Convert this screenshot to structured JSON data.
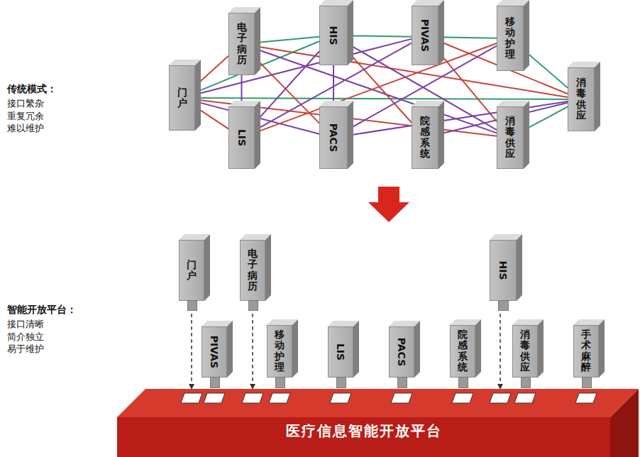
{
  "diagram": {
    "nodes": [
      {
        "text": [
          "门户"
        ]
      },
      {
        "text": [
          "电子病历"
        ]
      },
      {
        "text": [
          "HIS"
        ]
      },
      {
        "text": [
          "PIVAS"
        ]
      },
      {
        "text": [
          "移动护理"
        ]
      },
      {
        "text": [
          "LIS"
        ]
      },
      {
        "text": [
          "PACS"
        ]
      },
      {
        "text": [
          "院感系统"
        ]
      },
      {
        "text": [
          "消毒供应"
        ]
      },
      {
        "text": [
          "消毒供应"
        ]
      },
      {
        "text": [
          "门户"
        ]
      },
      {
        "text": [
          "电子病历"
        ]
      },
      {
        "text": [
          "HIS"
        ]
      },
      {
        "text": [
          "PIVAS"
        ]
      },
      {
        "text": [
          "移动护理"
        ]
      },
      {
        "text": [
          "LIS"
        ]
      },
      {
        "text": [
          "PACS"
        ]
      },
      {
        "text": [
          "院感系统"
        ]
      },
      {
        "text": [
          "消毒供应"
        ]
      },
      {
        "text": [
          "手术麻醉"
        ]
      },
      {
        "text": [
          "医疗信息智能开放平台"
        ]
      }
    ],
    "edges": [
      {
        "from": 0,
        "to": 1,
        "arrow": "none"
      },
      {
        "from": 0,
        "to": 8,
        "arrow": "none"
      },
      {
        "from": 0,
        "to": 2,
        "arrow": "none"
      },
      {
        "from": 0,
        "to": 9,
        "arrow": "none"
      },
      {
        "from": 0,
        "to": 3,
        "arrow": "none"
      },
      {
        "from": 0,
        "to": 6,
        "arrow": "none"
      },
      {
        "from": 0,
        "to": 5,
        "arrow": "none"
      },
      {
        "from": 1,
        "to": 2,
        "arrow": "none"
      },
      {
        "from": 1,
        "to": 6,
        "arrow": "none"
      },
      {
        "from": 1,
        "to": 8,
        "arrow": "none"
      },
      {
        "from": 1,
        "to": 5,
        "arrow": "none"
      },
      {
        "from": 1,
        "to": 9,
        "arrow": "none"
      },
      {
        "from": 2,
        "to": 4,
        "arrow": "none"
      },
      {
        "from": 2,
        "to": 7,
        "arrow": "none"
      },
      {
        "from": 2,
        "to": 8,
        "arrow": "none"
      },
      {
        "from": 2,
        "to": 6,
        "arrow": "none"
      },
      {
        "from": 5,
        "to": 2,
        "arrow": "none"
      },
      {
        "from": 3,
        "to": 9,
        "arrow": "none"
      },
      {
        "from": 3,
        "to": 5,
        "arrow": "none"
      },
      {
        "from": 3,
        "to": 8,
        "arrow": "none"
      },
      {
        "from": 4,
        "to": 9,
        "arrow": "none"
      },
      {
        "from": 4,
        "to": 6,
        "arrow": "none"
      },
      {
        "from": 4,
        "to": 5,
        "arrow": "none"
      },
      {
        "from": 6,
        "to": 9,
        "arrow": "none"
      },
      {
        "from": 7,
        "to": 9,
        "arrow": "none"
      },
      {
        "from": 8,
        "to": 9,
        "arrow": "none"
      },
      {
        "from": 10,
        "to": 20,
        "arrow": "to"
      },
      {
        "from": 11,
        "to": 20,
        "arrow": "to"
      },
      {
        "from": 12,
        "to": 20,
        "arrow": "to"
      }
    ],
    "labels": [
      "传统模式：",
      "接口繁杂 重复冗余 难以维护",
      "智能开放平台：",
      "接口清晰 简介独立 易于维护"
    ]
  }
}
